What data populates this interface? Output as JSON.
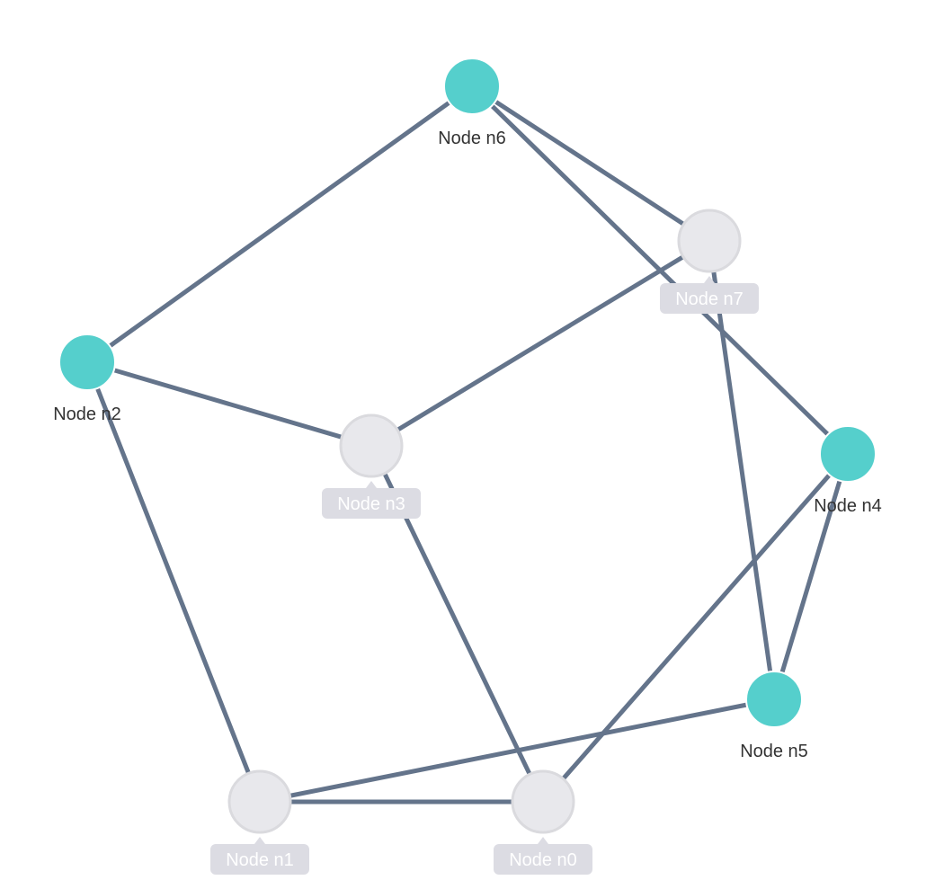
{
  "graph": {
    "colors": {
      "edge": "#64748b",
      "node_active": "#55cfcc",
      "node_active_stroke": "#ffffff",
      "node_inactive": "#e8e8ec",
      "node_inactive_stroke": "#dadade",
      "label_active": "#333333",
      "label_inactive": "#ffffff",
      "label_inactive_bg": "#dcdce3"
    },
    "nodes": [
      {
        "id": "n0",
        "label": "Node n0",
        "active": false
      },
      {
        "id": "n1",
        "label": "Node n1",
        "active": false
      },
      {
        "id": "n2",
        "label": "Node n2",
        "active": true
      },
      {
        "id": "n3",
        "label": "Node n3",
        "active": false
      },
      {
        "id": "n4",
        "label": "Node n4",
        "active": true
      },
      {
        "id": "n5",
        "label": "Node n5",
        "active": true
      },
      {
        "id": "n6",
        "label": "Node n6",
        "active": true
      },
      {
        "id": "n7",
        "label": "Node n7",
        "active": false
      }
    ],
    "edges": [
      {
        "source": "n6",
        "target": "n2"
      },
      {
        "source": "n6",
        "target": "n7"
      },
      {
        "source": "n6",
        "target": "n4"
      },
      {
        "source": "n2",
        "target": "n3"
      },
      {
        "source": "n2",
        "target": "n1"
      },
      {
        "source": "n7",
        "target": "n3"
      },
      {
        "source": "n7",
        "target": "n5"
      },
      {
        "source": "n3",
        "target": "n0"
      },
      {
        "source": "n4",
        "target": "n5"
      },
      {
        "source": "n4",
        "target": "n0"
      },
      {
        "source": "n5",
        "target": "n1"
      },
      {
        "source": "n1",
        "target": "n0"
      }
    ]
  }
}
